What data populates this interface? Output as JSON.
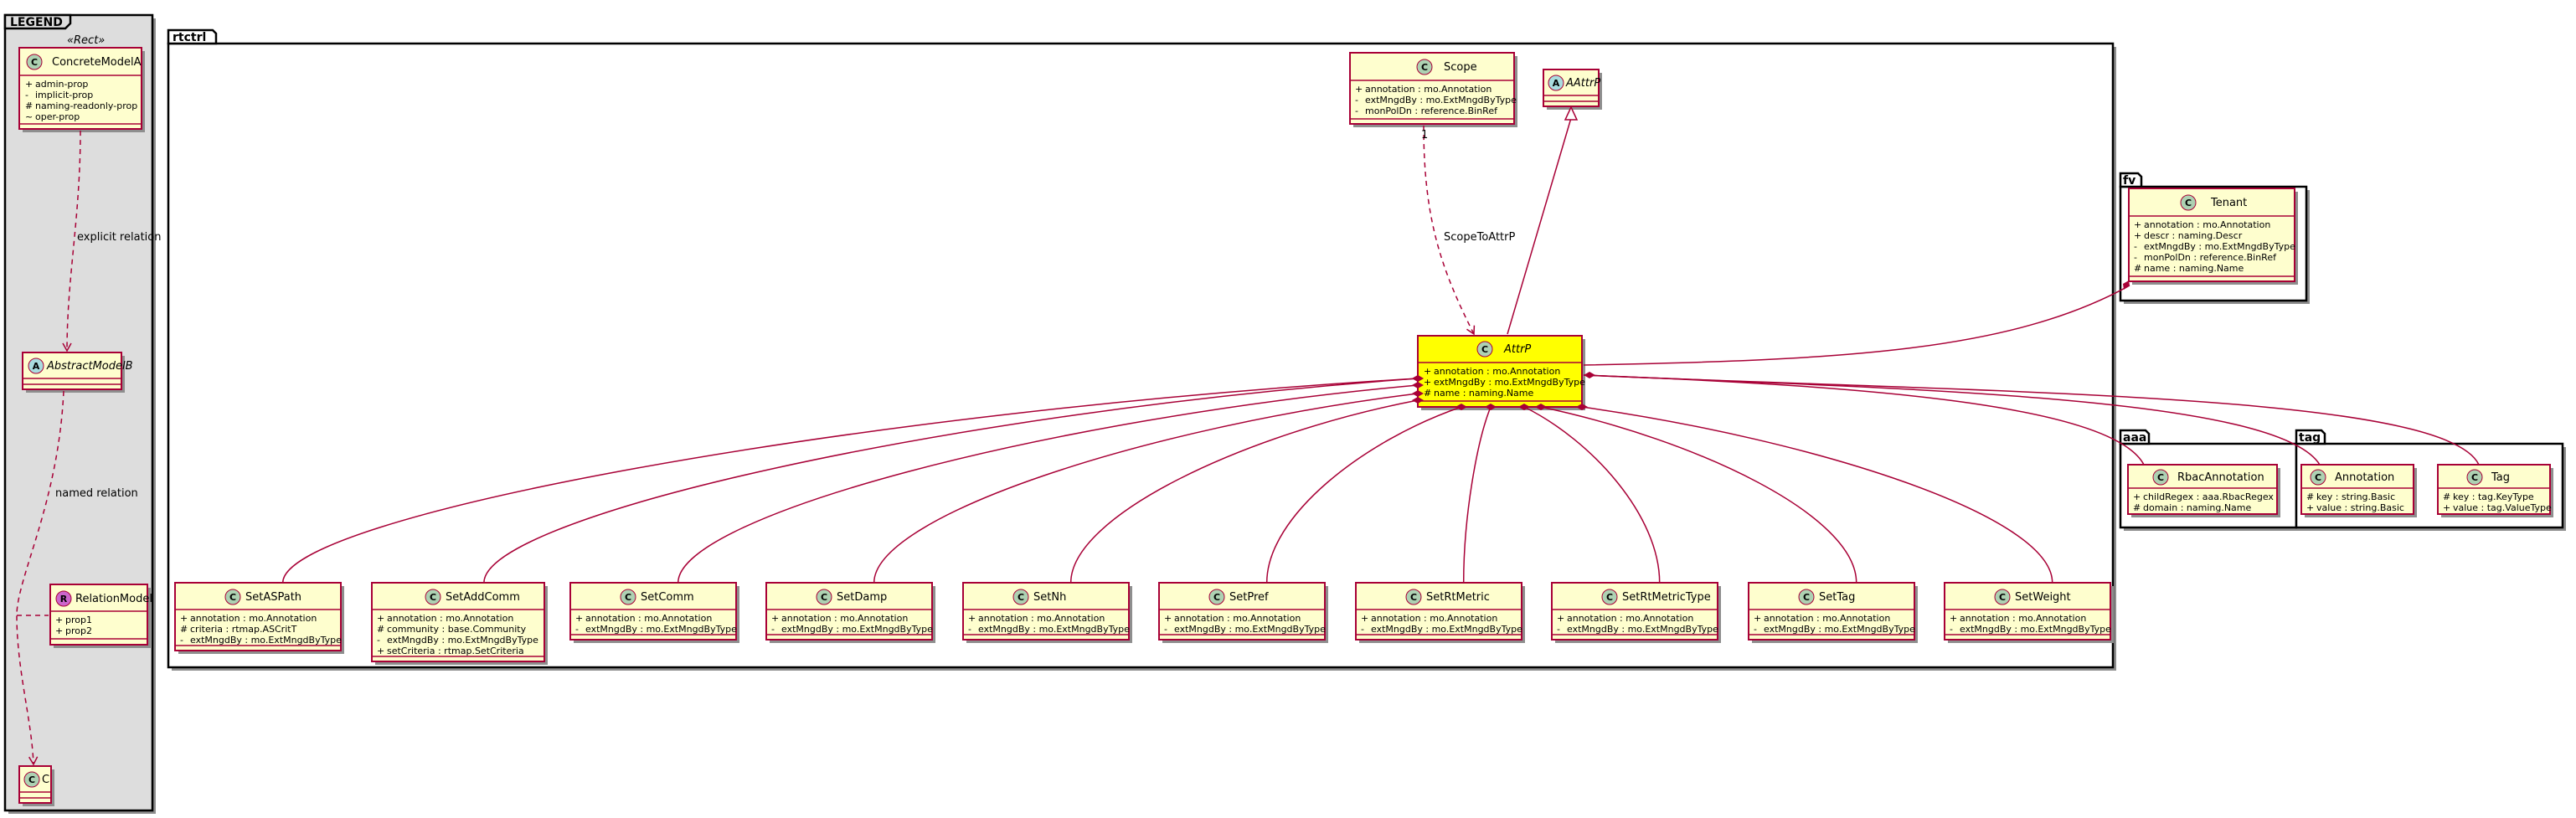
{
  "packages": {
    "legend": "LEGEND",
    "rtctrl": "rtctrl",
    "fv": "fv",
    "aaa": "aaa",
    "tag": "tag"
  },
  "legend": {
    "stereotype": "«Rect»",
    "concrete": {
      "name": "ConcreteModelA",
      "attrs": [
        {
          "v": "+",
          "t": "admin-prop"
        },
        {
          "v": "-",
          "t": "implicit-prop"
        },
        {
          "v": "#",
          "t": "naming-readonly-prop"
        },
        {
          "v": "~",
          "t": "oper-prop"
        }
      ]
    },
    "abstract": {
      "name": "AbstractModelB"
    },
    "relation_model": {
      "name": "RelationModel",
      "attrs": [
        {
          "v": "+",
          "t": "prop1"
        },
        {
          "v": "+",
          "t": "prop2"
        }
      ]
    },
    "c": {
      "name": "C"
    },
    "explicit_relation": "explicit relation",
    "named_relation": "named relation"
  },
  "rtctrl": {
    "scope": {
      "name": "Scope",
      "attrs": [
        {
          "v": "+",
          "t": "annotation : mo.Annotation"
        },
        {
          "v": "-",
          "t": "extMngdBy : mo.ExtMngdByType"
        },
        {
          "v": "-",
          "t": "monPolDn : reference.BinRef"
        }
      ]
    },
    "aattrp": {
      "name": "AAttrP"
    },
    "attrp": {
      "name": "AttrP",
      "attrs": [
        {
          "v": "+",
          "t": "annotation : mo.Annotation"
        },
        {
          "v": "+",
          "t": "extMngdBy : mo.ExtMngdByType"
        },
        {
          "v": "#",
          "t": "name : naming.Name"
        }
      ]
    },
    "scope_rel_label": "ScopeToAttrP",
    "scope_rel_mult": "1",
    "children": [
      {
        "name": "SetASPath",
        "attrs": [
          {
            "v": "+",
            "t": "annotation : mo.Annotation"
          },
          {
            "v": "#",
            "t": "criteria : rtmap.ASCritT"
          },
          {
            "v": "-",
            "t": "extMngdBy : mo.ExtMngdByType"
          }
        ]
      },
      {
        "name": "SetAddComm",
        "attrs": [
          {
            "v": "+",
            "t": "annotation : mo.Annotation"
          },
          {
            "v": "#",
            "t": "community : base.Community"
          },
          {
            "v": "-",
            "t": "extMngdBy : mo.ExtMngdByType"
          },
          {
            "v": "+",
            "t": "setCriteria : rtmap.SetCriteria"
          }
        ]
      },
      {
        "name": "SetComm",
        "attrs": [
          {
            "v": "+",
            "t": "annotation : mo.Annotation"
          },
          {
            "v": "-",
            "t": "extMngdBy : mo.ExtMngdByType"
          }
        ]
      },
      {
        "name": "SetDamp",
        "attrs": [
          {
            "v": "+",
            "t": "annotation : mo.Annotation"
          },
          {
            "v": "-",
            "t": "extMngdBy : mo.ExtMngdByType"
          }
        ]
      },
      {
        "name": "SetNh",
        "attrs": [
          {
            "v": "+",
            "t": "annotation : mo.Annotation"
          },
          {
            "v": "-",
            "t": "extMngdBy : mo.ExtMngdByType"
          }
        ]
      },
      {
        "name": "SetPref",
        "attrs": [
          {
            "v": "+",
            "t": "annotation : mo.Annotation"
          },
          {
            "v": "-",
            "t": "extMngdBy : mo.ExtMngdByType"
          }
        ]
      },
      {
        "name": "SetRtMetric",
        "attrs": [
          {
            "v": "+",
            "t": "annotation : mo.Annotation"
          },
          {
            "v": "-",
            "t": "extMngdBy : mo.ExtMngdByType"
          }
        ]
      },
      {
        "name": "SetRtMetricType",
        "attrs": [
          {
            "v": "+",
            "t": "annotation : mo.Annotation"
          },
          {
            "v": "-",
            "t": "extMngdBy : mo.ExtMngdByType"
          }
        ]
      },
      {
        "name": "SetTag",
        "attrs": [
          {
            "v": "+",
            "t": "annotation : mo.Annotation"
          },
          {
            "v": "-",
            "t": "extMngdBy : mo.ExtMngdByType"
          }
        ]
      },
      {
        "name": "SetWeight",
        "attrs": [
          {
            "v": "+",
            "t": "annotation : mo.Annotation"
          },
          {
            "v": "-",
            "t": "extMngdBy : mo.ExtMngdByType"
          }
        ]
      }
    ]
  },
  "fv": {
    "tenant": {
      "name": "Tenant",
      "attrs": [
        {
          "v": "+",
          "t": "annotation : mo.Annotation"
        },
        {
          "v": "+",
          "t": "descr : naming.Descr"
        },
        {
          "v": "-",
          "t": "extMngdBy : mo.ExtMngdByType"
        },
        {
          "v": "-",
          "t": "monPolDn : reference.BinRef"
        },
        {
          "v": "#",
          "t": "name : naming.Name"
        }
      ]
    }
  },
  "aaa": {
    "rbac": {
      "name": "RbacAnnotation",
      "attrs": [
        {
          "v": "+",
          "t": "childRegex : aaa.RbacRegex"
        },
        {
          "v": "#",
          "t": "domain : naming.Name"
        }
      ]
    }
  },
  "tag": {
    "annotation": {
      "name": "Annotation",
      "attrs": [
        {
          "v": "#",
          "t": "key : string.Basic"
        },
        {
          "v": "+",
          "t": "value : string.Basic"
        }
      ]
    },
    "tag": {
      "name": "Tag",
      "attrs": [
        {
          "v": "#",
          "t": "key : tag.KeyType"
        },
        {
          "v": "+",
          "t": "value : tag.ValueType"
        }
      ]
    }
  },
  "colors": {
    "class_fill": "#fefece",
    "class_border": "#a80036",
    "highlight_fill": "#ffff00",
    "legend_fill": "#dddddd",
    "circle_c": "#add1b2",
    "circle_a": "#a9dcdf",
    "circle_r": "#cc66cc"
  }
}
